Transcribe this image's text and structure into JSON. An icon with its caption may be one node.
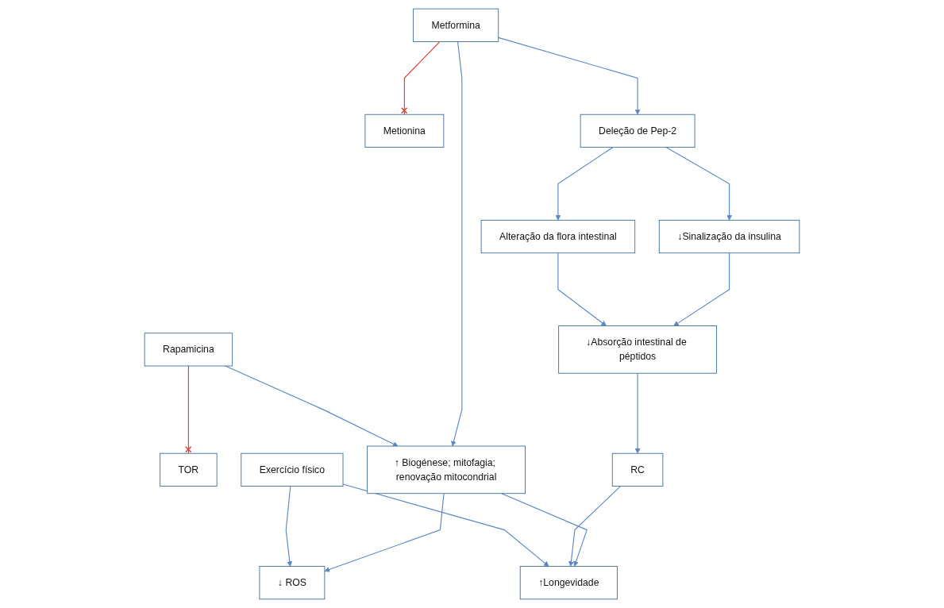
{
  "diagram": {
    "nodes": [
      {
        "text": [
          "Metformina"
        ]
      },
      {
        "text": [
          "Metionina"
        ]
      },
      {
        "text": [
          "Deleção de Pep-2"
        ]
      },
      {
        "text": [
          "Rapamicina"
        ]
      },
      {
        "text": [
          "↓Sinalização da insulina"
        ]
      },
      {
        "text": [
          "Alteração da flora intestinal"
        ]
      },
      {
        "text": [
          "TOR"
        ]
      },
      {
        "text": [
          "↓Absorção intestinal de péptidos"
        ]
      },
      {
        "text": [
          "↑ Biogénese; mitofagia; renovação mitocondrial"
        ]
      },
      {
        "text": [
          "RC"
        ]
      },
      {
        "text": [
          "↓ ROS"
        ]
      },
      {
        "text": [
          "↑Longevidade"
        ]
      },
      {
        "text": [
          "Exercício físico"
        ]
      }
    ],
    "edges": [
      {
        "from": 0,
        "to": 1,
        "arrow": "other",
        "color": "#e0403c"
      },
      {
        "from": 0,
        "to": 2,
        "arrow": "to"
      },
      {
        "from": 0,
        "to": 8,
        "arrow": "to"
      },
      {
        "from": 2,
        "to": 4,
        "arrow": "to"
      },
      {
        "from": 2,
        "to": 5,
        "arrow": "to"
      },
      {
        "from": 3,
        "to": 6,
        "arrow": "other",
        "color": "#e0403c"
      },
      {
        "from": 3,
        "to": 8,
        "arrow": "to"
      },
      {
        "from": 4,
        "to": 7,
        "arrow": "to"
      },
      {
        "from": 5,
        "to": 7,
        "arrow": "to"
      },
      {
        "from": 7,
        "to": 9,
        "arrow": "to"
      },
      {
        "from": 8,
        "to": 10,
        "arrow": "to"
      },
      {
        "from": 8,
        "to": 11,
        "arrow": "to"
      },
      {
        "from": 9,
        "to": 11,
        "arrow": "to"
      },
      {
        "from": 12,
        "to": 10,
        "arrow": "to"
      },
      {
        "from": 12,
        "to": 11,
        "arrow": "to"
      }
    ]
  }
}
